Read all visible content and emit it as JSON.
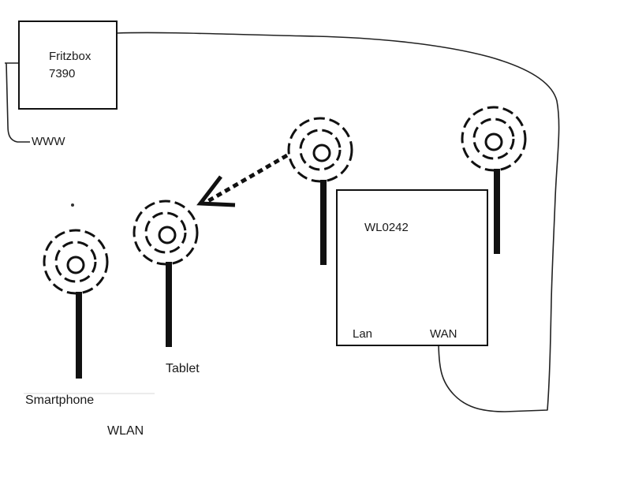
{
  "router": {
    "name": "Fritzbox",
    "model": "7390"
  },
  "internet": {
    "label": "WWW"
  },
  "bridge": {
    "name": "WL0242",
    "port_lan": "Lan",
    "port_wan": "WAN"
  },
  "clients": {
    "smartphone": "Smartphone",
    "tablet": "Tablet"
  },
  "network": {
    "label": "WLAN"
  },
  "colors": {
    "ink": "#111111",
    "background": "#ffffff"
  },
  "icons": [
    "antenna-icon",
    "arrow-icon"
  ]
}
